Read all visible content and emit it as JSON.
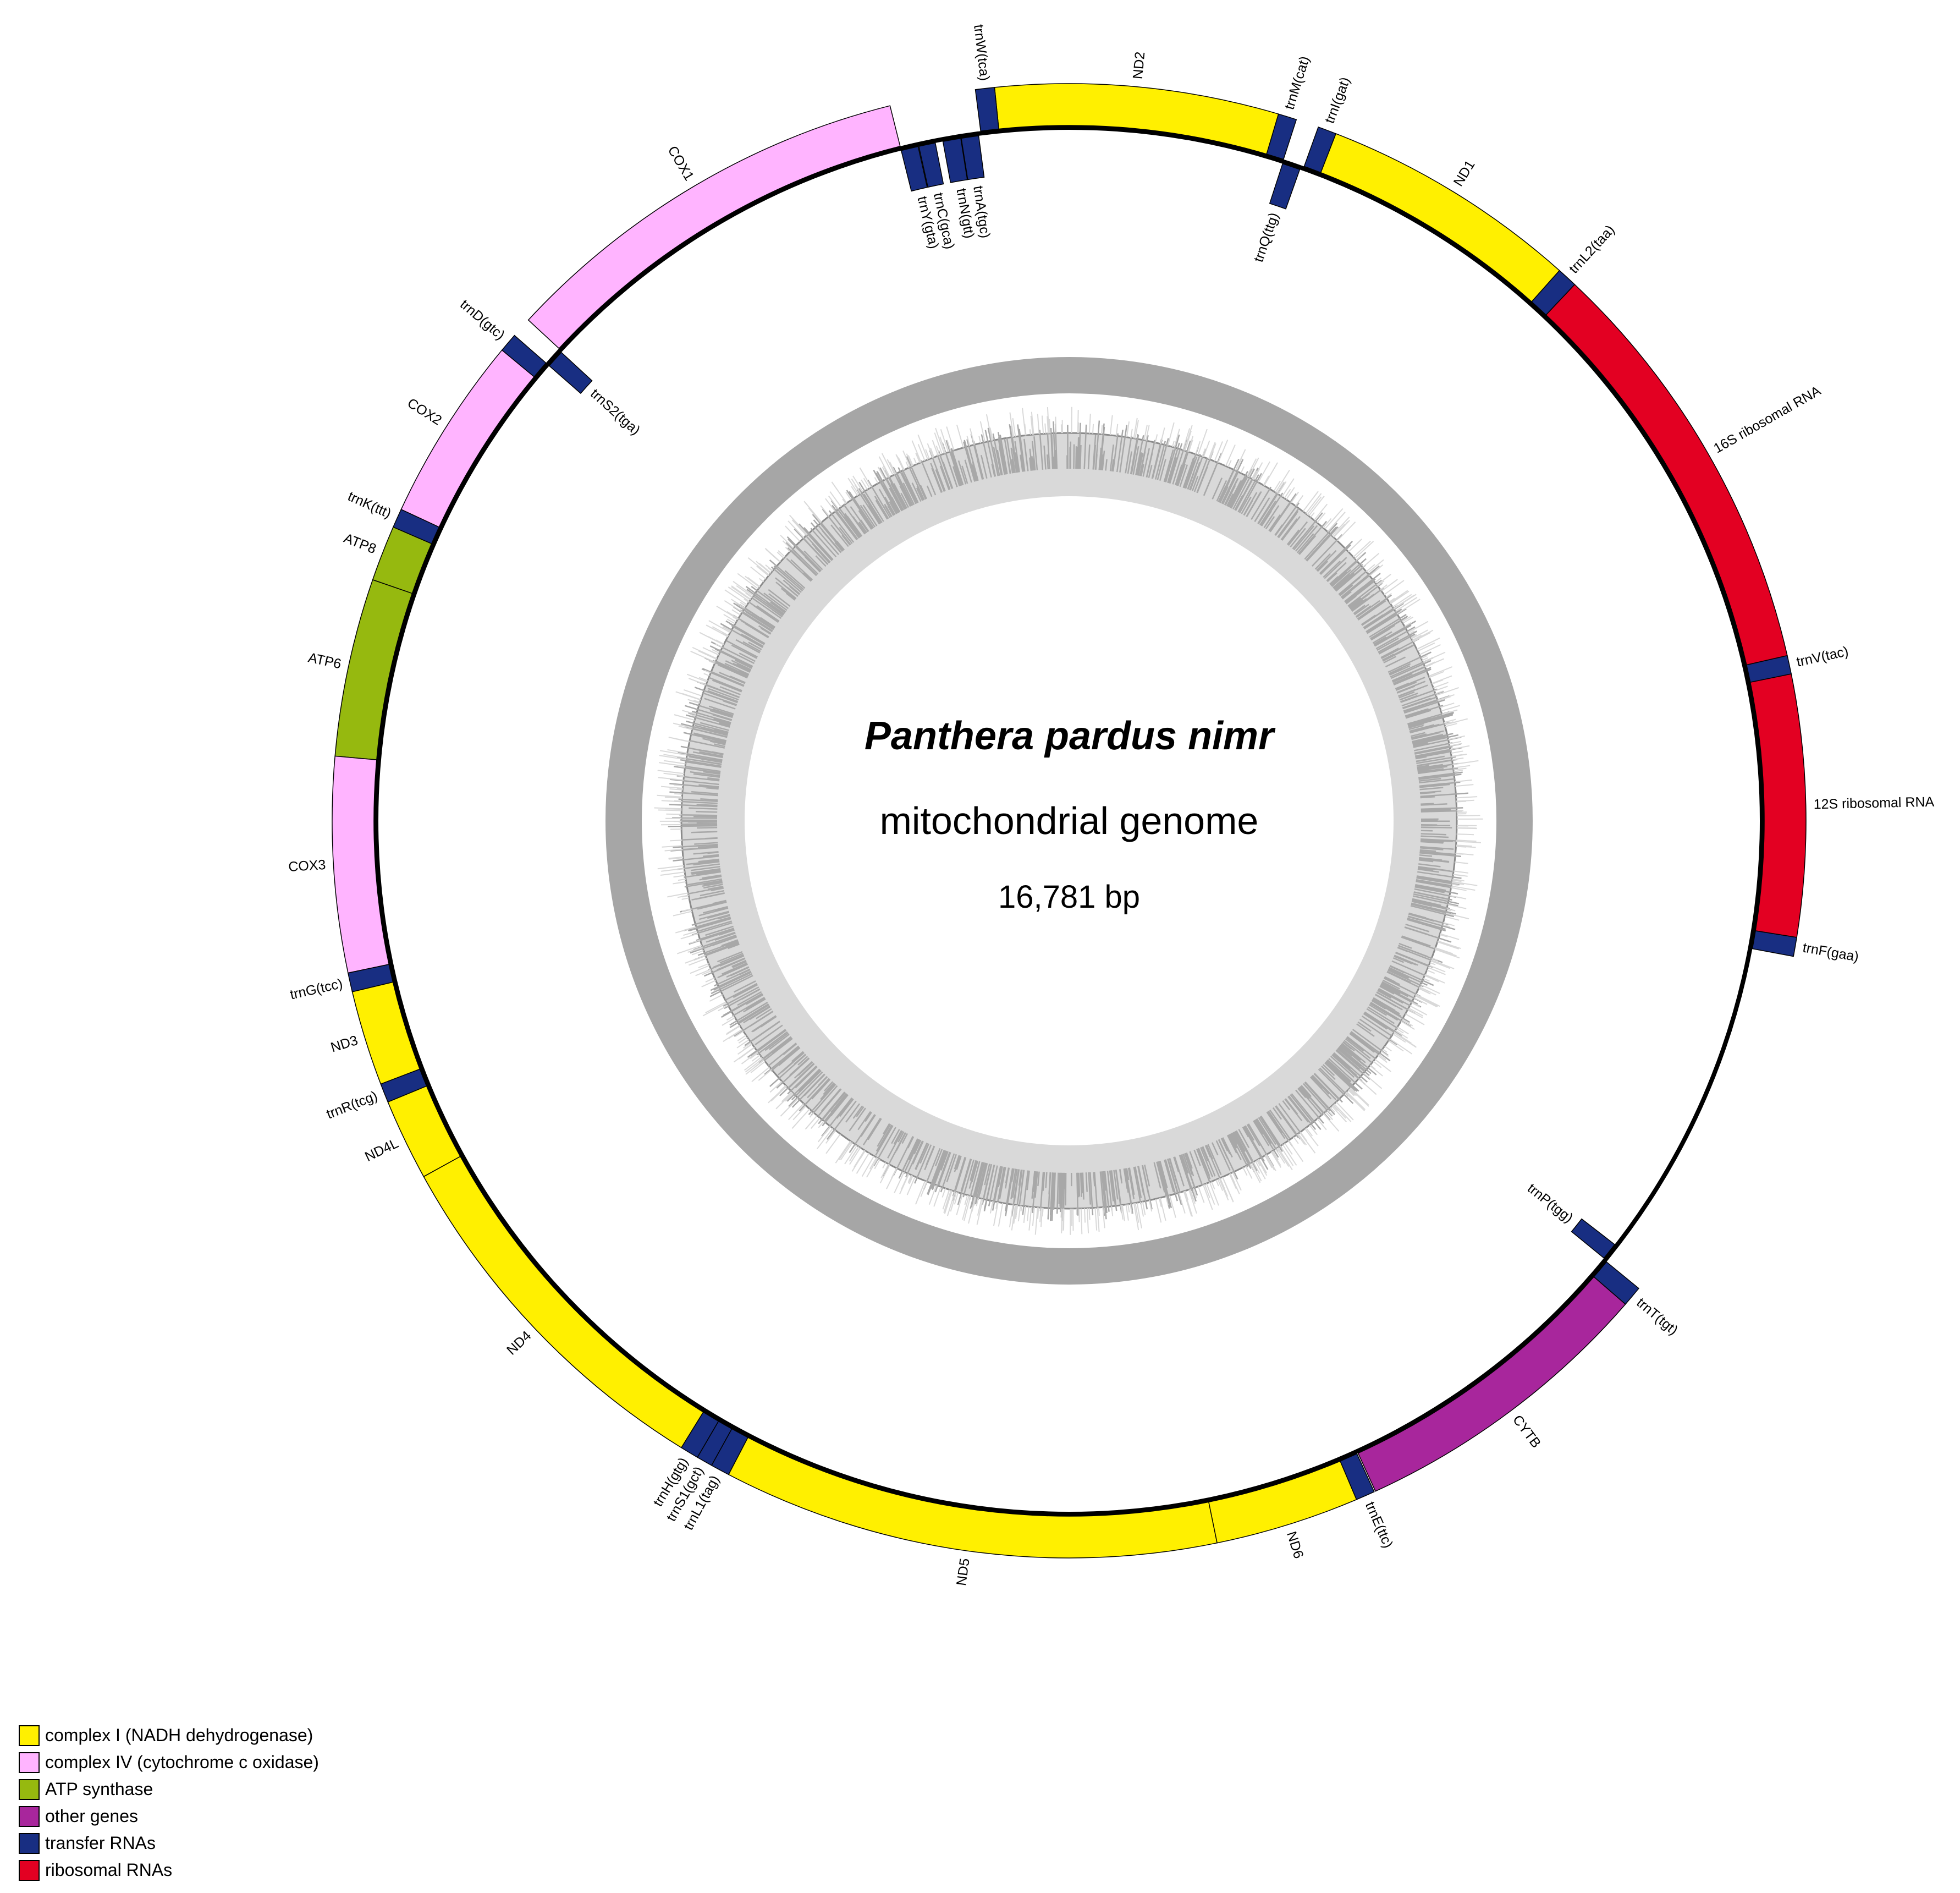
{
  "diagram": {
    "genome_length": 16781,
    "title_species": "Panthera pardus nimr",
    "title_type": "mitochondrial genome",
    "title_size": "16,781 bp",
    "colors": {
      "complex_i": "#fff000",
      "complex_iv": "#ffb4ff",
      "atp": "#96b90f",
      "other": "#a8269c",
      "trna": "#182e82",
      "rrna": "#e30022",
      "inner_dark": "#a6a6a6",
      "inner_light": "#d9d9d9"
    },
    "genes": [
      {
        "name": "trnF(gaa)",
        "start": 0,
        "end": 70,
        "strand": "H",
        "cat": "trna"
      },
      {
        "name": "12S ribosomal RNA",
        "start": 70,
        "end": 1030,
        "strand": "H",
        "cat": "rrna"
      },
      {
        "name": "trnV(tac)",
        "start": 1030,
        "end": 1098,
        "strand": "H",
        "cat": "trna"
      },
      {
        "name": "16S ribosomal RNA",
        "start": 1098,
        "end": 2670,
        "strand": "H",
        "cat": "rrna"
      },
      {
        "name": "trnL2(taa)",
        "start": 2670,
        "end": 2745,
        "strand": "H",
        "cat": "trna"
      },
      {
        "name": "ND1",
        "start": 2745,
        "end": 3700,
        "strand": "H",
        "cat": "complex_i"
      },
      {
        "name": "trnI(gat)",
        "start": 3700,
        "end": 3768,
        "strand": "H",
        "cat": "trna"
      },
      {
        "name": "trnQ(ttg)",
        "start": 3780,
        "end": 3850,
        "strand": "L",
        "cat": "trna"
      },
      {
        "name": "trnM(cat)",
        "start": 3852,
        "end": 3920,
        "strand": "H",
        "cat": "trna"
      },
      {
        "name": "ND2",
        "start": 3920,
        "end": 4960,
        "strand": "H",
        "cat": "complex_i"
      },
      {
        "name": "trnW(tca)",
        "start": 4960,
        "end": 5030,
        "strand": "H",
        "cat": "trna"
      },
      {
        "name": "trnA(tgc)",
        "start": 5040,
        "end": 5108,
        "strand": "L",
        "cat": "trna"
      },
      {
        "name": "trnN(gtt)",
        "start": 5110,
        "end": 5180,
        "strand": "L",
        "cat": "trna"
      },
      {
        "name": "trnC(gca)",
        "start": 5210,
        "end": 5275,
        "strand": "L",
        "cat": "trna"
      },
      {
        "name": "trnY(gta)",
        "start": 5278,
        "end": 5345,
        "strand": "L",
        "cat": "trna"
      },
      {
        "name": "COX1",
        "start": 5345,
        "end": 6890,
        "strand": "H",
        "cat": "complex_iv"
      },
      {
        "name": "trnS2(tga)",
        "start": 6895,
        "end": 6965,
        "strand": "L",
        "cat": "trna"
      },
      {
        "name": "trnD(gtc)",
        "start": 6965,
        "end": 7035,
        "strand": "H",
        "cat": "trna"
      },
      {
        "name": "COX2",
        "start": 7035,
        "end": 7720,
        "strand": "H",
        "cat": "complex_iv"
      },
      {
        "name": "trnK(ttt)",
        "start": 7720,
        "end": 7790,
        "strand": "H",
        "cat": "trna"
      },
      {
        "name": "ATP8",
        "start": 7790,
        "end": 7995,
        "strand": "H",
        "cat": "atp"
      },
      {
        "name": "ATP6",
        "start": 7995,
        "end": 8650,
        "strand": "H",
        "cat": "atp"
      },
      {
        "name": "COX3",
        "start": 8650,
        "end": 9440,
        "strand": "H",
        "cat": "complex_iv"
      },
      {
        "name": "trnG(tcc)",
        "start": 9440,
        "end": 9510,
        "strand": "H",
        "cat": "trna"
      },
      {
        "name": "ND3",
        "start": 9510,
        "end": 9860,
        "strand": "H",
        "cat": "complex_i"
      },
      {
        "name": "trnR(tcg)",
        "start": 9860,
        "end": 9930,
        "strand": "H",
        "cat": "trna"
      },
      {
        "name": "ND4L",
        "start": 9930,
        "end": 10230,
        "strand": "H",
        "cat": "complex_i"
      },
      {
        "name": "ND4",
        "start": 10230,
        "end": 11600,
        "strand": "H",
        "cat": "complex_i"
      },
      {
        "name": "trnH(gtg)",
        "start": 11600,
        "end": 11668,
        "strand": "H",
        "cat": "trna"
      },
      {
        "name": "trnS1(gct)",
        "start": 11668,
        "end": 11727,
        "strand": "H",
        "cat": "trna"
      },
      {
        "name": "trnL1(tag)",
        "start": 11727,
        "end": 11797,
        "strand": "H",
        "cat": "trna"
      },
      {
        "name": "ND5",
        "start": 11797,
        "end": 13620,
        "strand": "H",
        "cat": "complex_i"
      },
      {
        "name": "ND6",
        "start": 13620,
        "end": 14150,
        "strand": "H",
        "cat": "complex_i"
      },
      {
        "name": "trnE(ttc)",
        "start": 14150,
        "end": 14220,
        "strand": "H",
        "cat": "trna"
      },
      {
        "name": "CYTB",
        "start": 14225,
        "end": 15365,
        "strand": "H",
        "cat": "other"
      },
      {
        "name": "trnT(tgt)",
        "start": 15365,
        "end": 15440,
        "strand": "H",
        "cat": "trna"
      },
      {
        "name": "trnP(tgg)",
        "start": 15445,
        "end": 15512,
        "strand": "L",
        "cat": "trna"
      }
    ]
  },
  "legend": {
    "items": [
      {
        "label": "complex I (NADH dehydrogenase)",
        "color": "#fff000"
      },
      {
        "label": "complex IV (cytochrome c oxidase)",
        "color": "#ffb4ff"
      },
      {
        "label": "ATP synthase",
        "color": "#96b90f"
      },
      {
        "label": "other genes",
        "color": "#a8269c"
      },
      {
        "label": "transfer RNAs",
        "color": "#182e82"
      },
      {
        "label": "ribosomal RNAs",
        "color": "#e30022"
      }
    ]
  }
}
